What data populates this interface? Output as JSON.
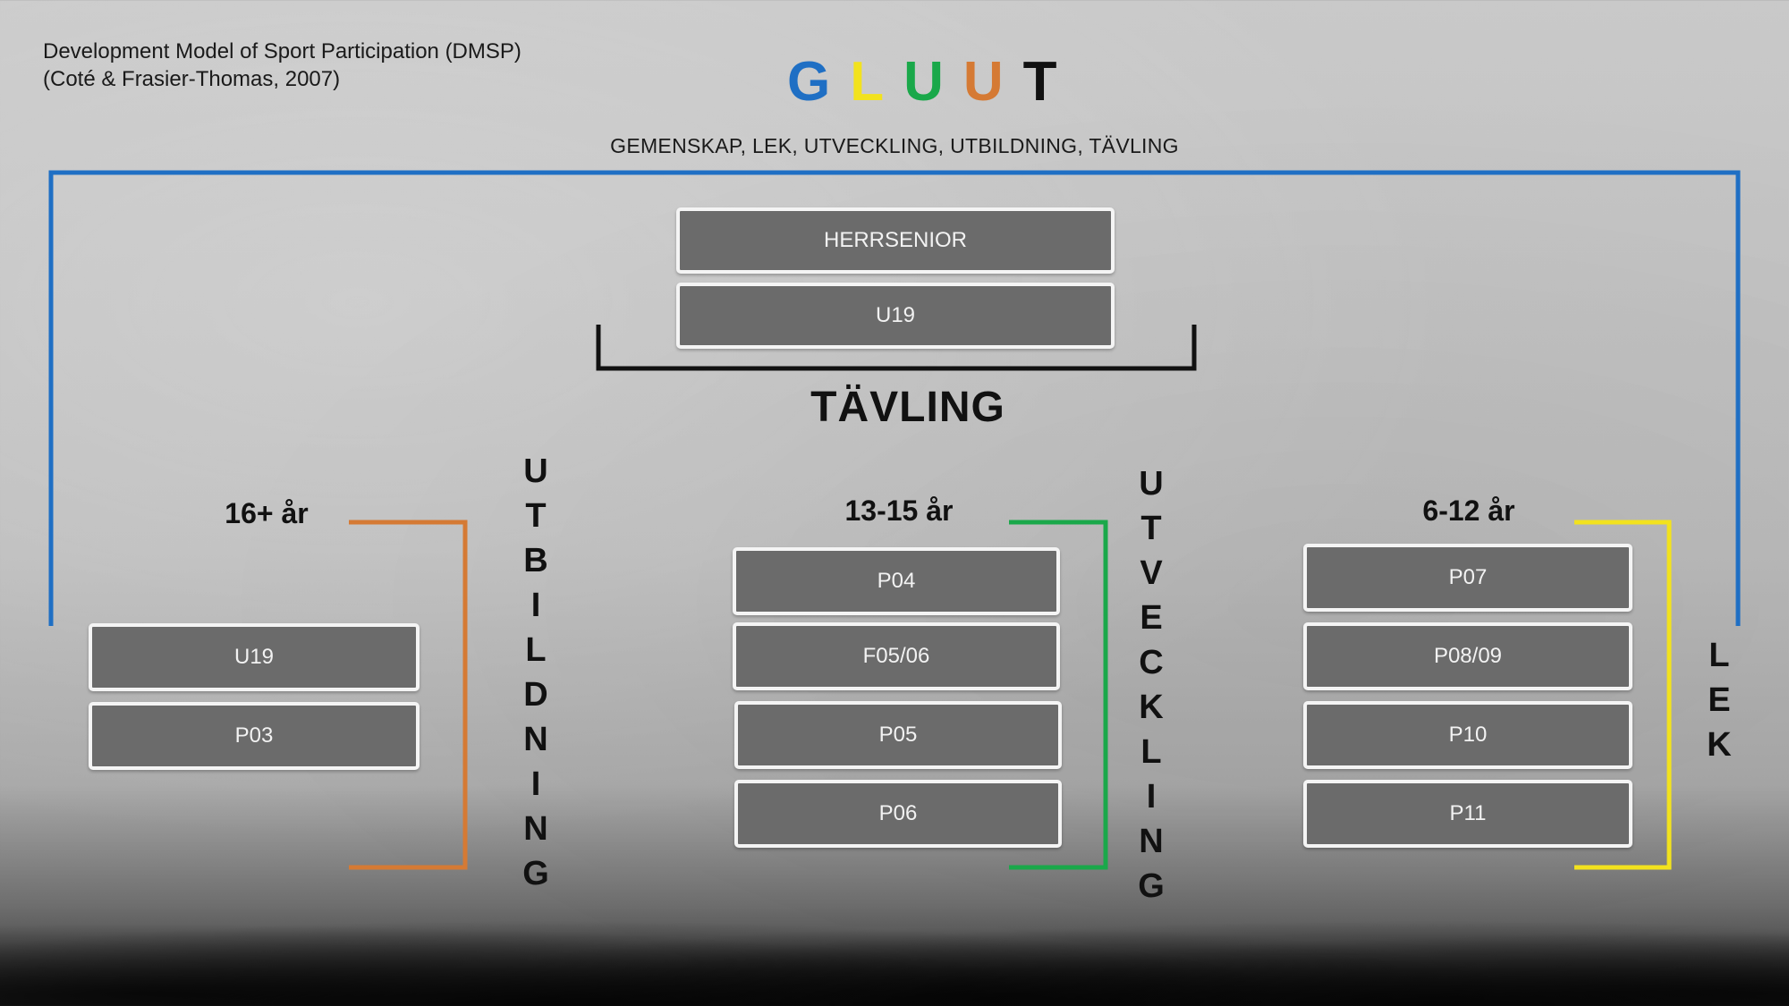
{
  "credit": {
    "line1": "Development Model of Sport Participation (DMSP)",
    "line2": "(Coté & Frasier-Thomas, 2007)"
  },
  "logo": {
    "letters": [
      {
        "char": "G",
        "color": "#1f6fc4"
      },
      {
        "char": "L",
        "color": "#f2e21e"
      },
      {
        "char": "U",
        "color": "#1aa84a"
      },
      {
        "char": "U",
        "color": "#d57a34"
      },
      {
        "char": "T",
        "color": "#111111"
      }
    ]
  },
  "values_line": "GEMENSKAP, LEK, UTVECKLING, UTBILDNING, TÄVLING",
  "tavling": {
    "title": "TÄVLING",
    "teams": [
      "HERRSENIOR",
      "U19"
    ]
  },
  "groups": [
    {
      "age": "16+ år",
      "teams": [
        "U19",
        "P03"
      ],
      "label": "UTBILDNING",
      "color": "#d57a34"
    },
    {
      "age": "13-15 år",
      "teams": [
        "P04",
        "F05/06",
        "P05",
        "P06"
      ],
      "label": "UTVECKLING",
      "color": "#1aa84a"
    },
    {
      "age": "6-12 år",
      "teams": [
        "P07",
        "P08/09",
        "P10",
        "P11"
      ],
      "label": "LEK",
      "color": "#f2e21e"
    }
  ],
  "colors": {
    "outer_bracket": "#1f6fc4",
    "tavling_bracket": "#111111"
  }
}
